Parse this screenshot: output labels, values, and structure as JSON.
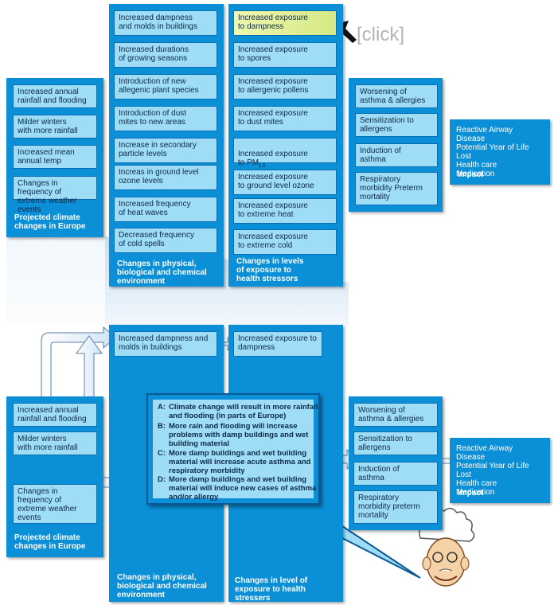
{
  "top": {
    "climate": {
      "items": [
        "Increased annual\nrainfall and flooding",
        "Milder winters\nwith more rainfall",
        "Increased mean\nannual temp",
        "Changes in frequency of\nextreme weather events"
      ],
      "title": "Projected climate\nchanges in Europe"
    },
    "physical": {
      "items": [
        "Increased dampness\nand molds in buildings",
        "Increased durations\nof growing seasons",
        "Introduction of new\nallegenic plant species",
        "Introduction of dust\nmites to new areas",
        "Increase in secondary\nparticle levels",
        "Increas in ground level\nozone levels",
        "Increased frequency\nof heat waves",
        "Decreased frequency\nof cold spells"
      ],
      "title": "Changes in physical,\nbiological and chemical\nenvironment"
    },
    "exposure": {
      "items": [
        "Increased exposure\nto dampness",
        "Increased exposure\nto spores",
        "Increased exposure\nto allergenic pollens",
        "Increased exposure\nto dust mites",
        "Increased exposure\nto PM",
        "Increased exposure\nto ground level ozone",
        "Increased exposure\nto extreme heat",
        "Increased exposure\nto extreme cold"
      ],
      "pm_subscript": "2.5",
      "title": "Changes in levels\nof exposure to\nhealth stressors"
    },
    "health": {
      "items": [
        "Worsening of\nasthma & allergies",
        "Sensitization to\nallergens",
        "Induction of\nasthma",
        "Respiratory\nmorbidity Preterm\nmortality"
      ]
    },
    "impact": {
      "text": "Reactive Airway Disease\nPotential Year of Life Lost\nHealth care\nMedication",
      "title": "Impact"
    }
  },
  "click_label": "[click]",
  "bottom": {
    "climate": {
      "items": [
        "Increased annual\nrainfall and flooding",
        "Milder winters\nwith more rainfall",
        "Changes in\nfrequency of\nextreme weather\nevents"
      ],
      "title": "Projected climate\nchanges in Europe"
    },
    "physical": {
      "item": "Increased dampness and\nmolds in buildings",
      "title": "Changes in physical,\nbiological and chemical\nenvironment"
    },
    "exposure": {
      "item": "Increased exposure to\ndampness",
      "title": "Changes in level of\nexposure to health stressers"
    },
    "health": {
      "items": [
        "Worsening of\nasthma & allergies",
        "Sensitization to\nallergens",
        "Induction of\nasthma",
        "Respiratory\nmorbidity preterm\nmortality"
      ]
    },
    "impact": {
      "text": "Reactive Airway Disease\nPotential Year of Life Lost\nHealth care\nMedication",
      "title": "Impact"
    }
  },
  "callout": {
    "steps": [
      {
        "key": "A:",
        "text": "Climate change will result in more rainfall and flooding (in parts of Europe)"
      },
      {
        "key": "B:",
        "text": "More rain and flooding will increase problems with damp buildings and wet building material"
      },
      {
        "key": "C:",
        "text": "More damp buildings and wet building material will increase acute asthma and respiratory morbidity"
      },
      {
        "key": "D:",
        "text": "More damp buildings and wet building material will induce new cases of asthma and/or allergy"
      }
    ]
  },
  "colors": {
    "panel": "#0b8fd6",
    "box": "#9fdcf6",
    "highlight": "#d5e884",
    "arrow": "#e9f3fb"
  }
}
